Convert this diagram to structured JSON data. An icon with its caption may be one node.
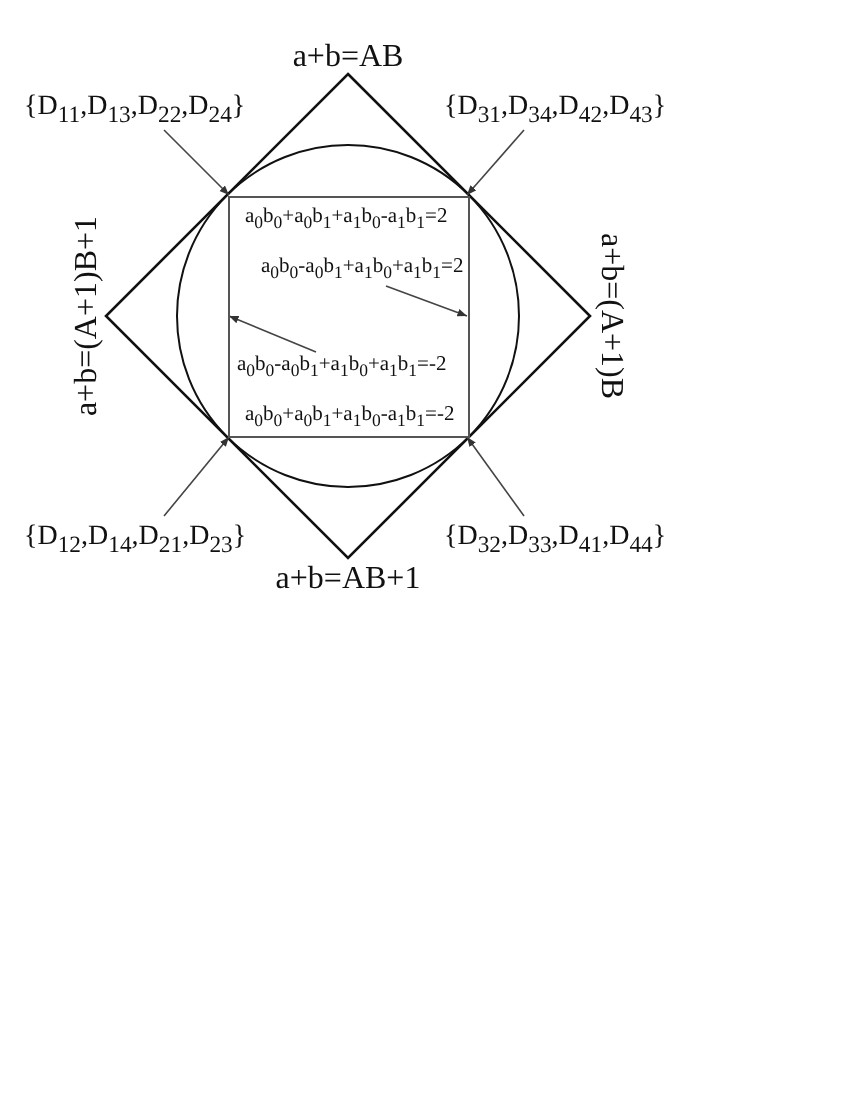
{
  "diagram": {
    "nodes": [
      {
        "text": [
          "a$_{0}$b$_{0}$+a$_{0}$b$_{1}$+a$_{1}$b$_{0}$-a$_{1}$b$_{1}$=2",
          "a$_{0}$b$_{0}$+a$_{0}$b$_{1}$+a$_{1}$b$_{0}$-a$_{1}$b$_{1}$=-2"
        ]
      },
      {
        "text": [
          "a$_{0}$b$_{0}$-a$_{0}$b$_{1}$+a$_{1}$b$_{0}$+a$_{1}$b$_{1}$=2"
        ],
        "in": 0
      },
      {
        "text": [
          "a$_{0}$b$_{0}$-a$_{0}$b$_{1}$+a$_{1}$b$_{0}$+a$_{1}$b$_{1}$=-2"
        ],
        "in": 0
      },
      {
        "text": [
          "{D$_{11}$,D$_{13}$,D$_{22}$,D$_{24}$}"
        ]
      },
      {
        "text": [
          "{D$_{31}$,D$_{34}$,D$_{42}$,D$_{43}$}"
        ]
      },
      {
        "text": [
          "{D$_{12}$,D$_{14}$,D$_{21}$,D$_{23}$}"
        ]
      },
      {
        "text": [
          "{D$_{32}$,D$_{33}$,D$_{41}$,D$_{44}$}"
        ]
      }
    ],
    "edges": [
      {
        "from": 1,
        "to": 0,
        "arrow": "to"
      },
      {
        "from": 2,
        "to": 0,
        "arrow": "to"
      },
      {
        "from": 3,
        "to": 0,
        "arrow": "to"
      },
      {
        "from": 4,
        "to": 0,
        "arrow": "to"
      },
      {
        "from": 5,
        "to": 0,
        "arrow": "to"
      },
      {
        "from": 6,
        "to": 0,
        "arrow": "to"
      }
    ],
    "labels": [
      "a+b=AB",
      "a+b=(A+1)B+1",
      "a+b=(A+1)B",
      "a+b=AB+1"
    ]
  }
}
